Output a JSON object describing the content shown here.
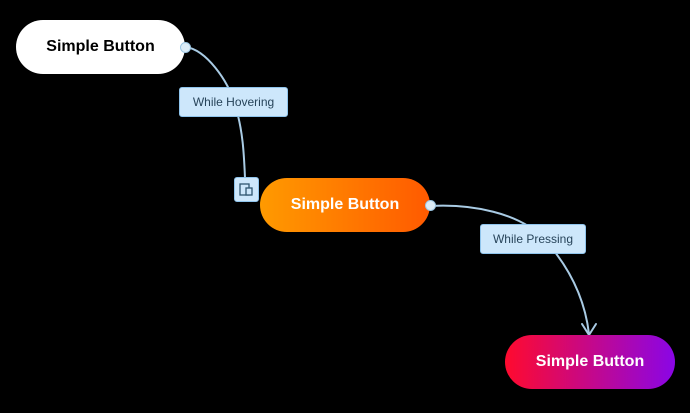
{
  "nodes": {
    "default_label": "Simple Button",
    "hover_label": "Simple Button",
    "pressed_label": "Simple Button"
  },
  "triggers": {
    "hover": "While Hovering",
    "press": "While Pressing"
  },
  "icons": {
    "connection_target": "device-frame-icon",
    "arrowhead": "arrow-head-icon"
  },
  "colors": {
    "background": "#000000",
    "connector": "#a9cbe4",
    "trigger_fill": "#cde7fb",
    "hover_gradient": [
      "#ff9a00",
      "#ff5a00"
    ],
    "pressed_gradient": [
      "#ff0a2e",
      "#8a06e6"
    ]
  }
}
